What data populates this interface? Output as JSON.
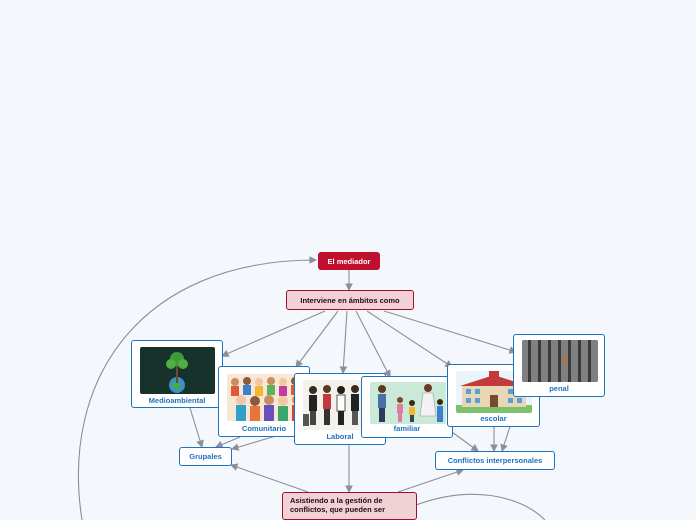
{
  "diagram": {
    "root": {
      "label": "El mediador"
    },
    "scope": {
      "label": "Interviene en ámbitos como"
    },
    "areas": [
      {
        "label": "Medioambiental"
      },
      {
        "label": "Comunitario"
      },
      {
        "label": "Laboral"
      },
      {
        "label": "familiar"
      },
      {
        "label": "escolar"
      },
      {
        "label": "penal"
      }
    ],
    "groups": {
      "label": "Grupales"
    },
    "interpersonal": {
      "label": "Conflictos interpersonales"
    },
    "conflict": {
      "label": "Asistiendo a la gestión de conflictos, que pueden ser"
    }
  },
  "colors": {
    "root_fill": "#c0102e",
    "pink_fill": "#efd1d6",
    "blue_border": "#1e73be",
    "edge": "#8a8f99"
  }
}
